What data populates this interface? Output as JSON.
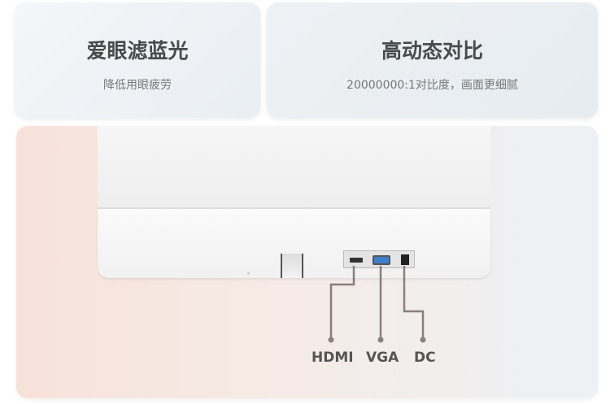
{
  "features": [
    {
      "title": "爱眼滤蓝光",
      "subtitle": "降低用眼疲劳"
    },
    {
      "title": "高动态对比",
      "subtitle": "20000000:1对比度，画面更细腻"
    }
  ],
  "ports": {
    "hdmi": "HDMI",
    "vga": "VGA",
    "dc": "DC"
  },
  "colors": {
    "line": "#8a7f7f",
    "vga": "#3f7fc9"
  }
}
